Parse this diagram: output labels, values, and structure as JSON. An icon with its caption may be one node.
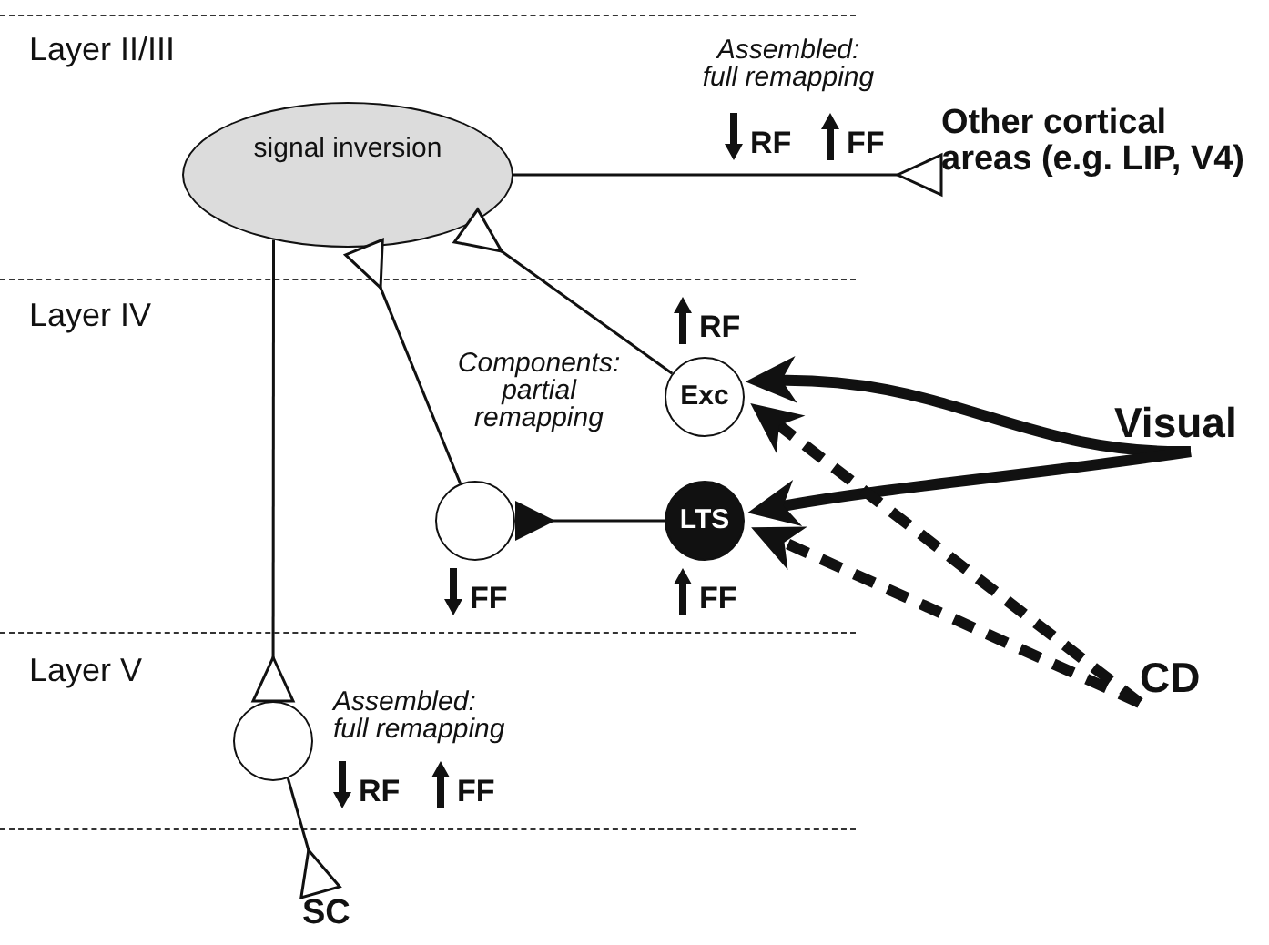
{
  "diagram": {
    "nodes": [
      {
        "text": [
          "signal inversion"
        ]
      },
      {
        "text": [
          "Other cortical areas (e.g. LIP, V4)"
        ]
      },
      {
        "text": [
          "Exc"
        ]
      },
      {
        "text": [],
        "shape": "circle"
      },
      {
        "text": [
          "LTS"
        ]
      },
      {
        "text": [
          "Visual"
        ]
      },
      {
        "text": [
          "CD"
        ]
      },
      {
        "text": [],
        "shape": "circle"
      },
      {
        "text": [
          "SC"
        ]
      }
    ],
    "edges": [
      {
        "from": 0,
        "to": 1,
        "arrow": "other"
      },
      {
        "from": 3,
        "to": 0,
        "arrow": "other"
      },
      {
        "from": 2,
        "to": 0,
        "arrow": "other"
      },
      {
        "from": 0,
        "to": 7,
        "arrow": "other"
      },
      {
        "from": 7,
        "to": 8,
        "arrow": "other"
      },
      {
        "from": 4,
        "to": 3,
        "arrow": "other"
      },
      {
        "from": 5,
        "to": 2,
        "arrow": "to",
        "style": "thick"
      },
      {
        "from": 5,
        "to": 4,
        "arrow": "to",
        "style": "thick"
      },
      {
        "from": 6,
        "to": 2,
        "arrow": "to",
        "style": "dashed"
      },
      {
        "from": 6,
        "to": 4,
        "arrow": "to",
        "style": "dashed"
      }
    ],
    "labels": [
      "Layer II/III",
      "Assembled: full remapping",
      "RF",
      "FF",
      "Layer IV",
      "RF",
      "Components: partial remapping",
      "FF",
      "FF",
      "Layer V",
      "Assembled: full remapping",
      "RF",
      "FF"
    ]
  }
}
